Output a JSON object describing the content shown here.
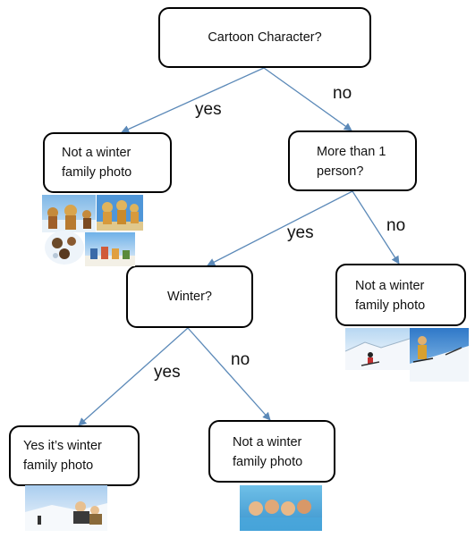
{
  "nodes": {
    "root": {
      "text": "Cartoon Character?"
    },
    "cartoon_yes": {
      "line1": "Not a winter",
      "line2": "family photo"
    },
    "multi": {
      "line1": "More than 1",
      "line2": "person?"
    },
    "winter": {
      "text": "Winter?"
    },
    "multi_no": {
      "line1": "Not a winter",
      "line2": "family photo"
    },
    "winter_yes": {
      "line1": "Yes it’s winter",
      "line2": "family photo"
    },
    "winter_no": {
      "line1": "Not a winter",
      "line2": "family photo"
    }
  },
  "edges": {
    "root_yes": "yes",
    "root_no": "no",
    "multi_yes": "yes",
    "multi_no": "no",
    "winter_yes": "yes",
    "winter_no": "no"
  },
  "colors": {
    "edge": "#5b89b8",
    "border": "#000000",
    "sky": "#4f96d8",
    "snow": "#eef4fa"
  }
}
